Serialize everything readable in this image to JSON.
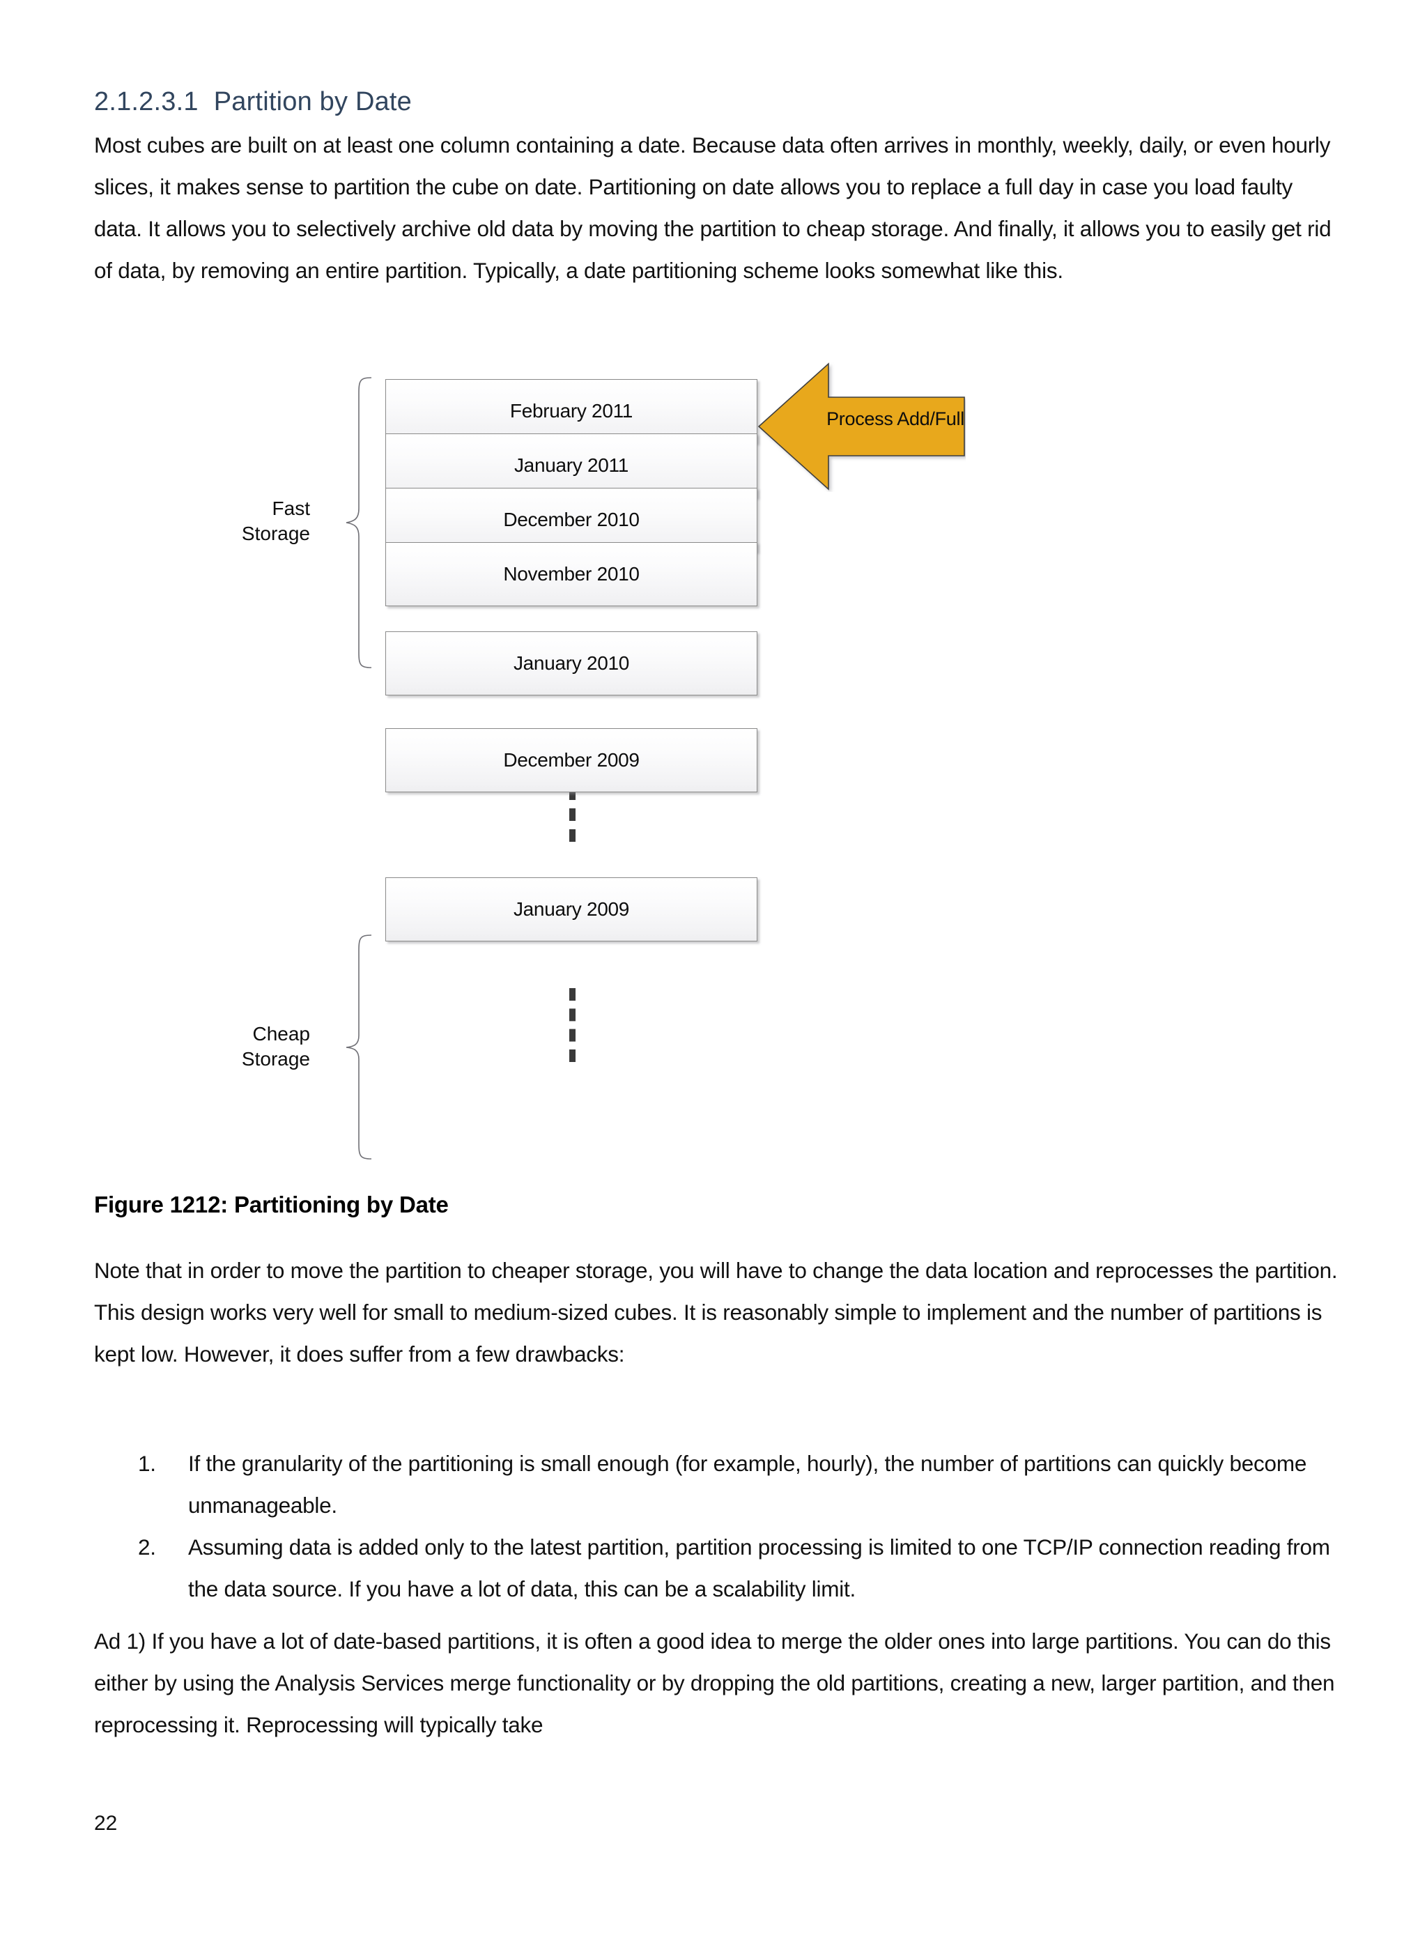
{
  "document": {
    "heading": {
      "number": "2.1.2.3.1",
      "title": "Partition by Date"
    },
    "paragraphs": {
      "intro": "Most cubes are built on at least one column containing a date. Because data often arrives in monthly, weekly, daily, or even hourly slices, it makes sense to partition the cube on date. Partitioning on date allows you to replace a full day in case you load faulty data. It allows you to selectively archive old data by moving the partition to cheap storage. And finally, it allows you to easily get rid of data, by removing an entire partition. Typically, a date partitioning scheme looks somewhat like this.",
      "note": "Note that in order to move the partition to cheaper storage, you will have to change the data location and reprocesses the partition. This design works very well for small to medium-sized cubes. It is reasonably simple to implement and the number of partitions is kept low. However, it does suffer from a few drawbacks:",
      "ad1": "Ad 1) If you have a lot of date-based partitions, it is often a good idea to merge the older ones into large partitions. You can do this either by using the Analysis Services merge functionality or by dropping the old partitions, creating a new, larger partition, and then reprocessing it. Reprocessing will typically take"
    },
    "figure_caption": "Figure 1212: Partitioning by Date",
    "drawbacks": [
      {
        "marker": "1.",
        "text": "If the granularity of the partitioning is small enough (for example, hourly), the number of partitions can quickly become unmanageable."
      },
      {
        "marker": "2.",
        "text": "Assuming data is added only to the latest partition, partition processing is limited to one TCP/IP connection reading from the data source. If you have a lot of data, this can be a scalability limit."
      }
    ],
    "page_number": "22"
  },
  "figure": {
    "partitions": [
      {
        "label": "February 2011"
      },
      {
        "label": "January 2011"
      },
      {
        "label": "December 2010"
      },
      {
        "label": "November 2010"
      },
      {
        "label": "January 2010"
      },
      {
        "label": "December 2009"
      },
      {
        "label": "January 2009"
      }
    ],
    "brackets": [
      {
        "label_line1": "Fast",
        "label_line2": "Storage"
      },
      {
        "label_line1": "Cheap",
        "label_line2": "Storage"
      }
    ],
    "callout": {
      "label": "Process Add/Full",
      "fill_color": "#E8A81C",
      "stroke_color": "#3f3f3f"
    },
    "box_style": {
      "border_color": "#8a8a8a",
      "fill_top": "#ffffff",
      "fill_bottom": "#eeeef0"
    },
    "connector_color": "#3a3a3a"
  },
  "theme": {
    "heading_color": "#31455E",
    "body_color": "#111111",
    "page_background": "#ffffff"
  }
}
